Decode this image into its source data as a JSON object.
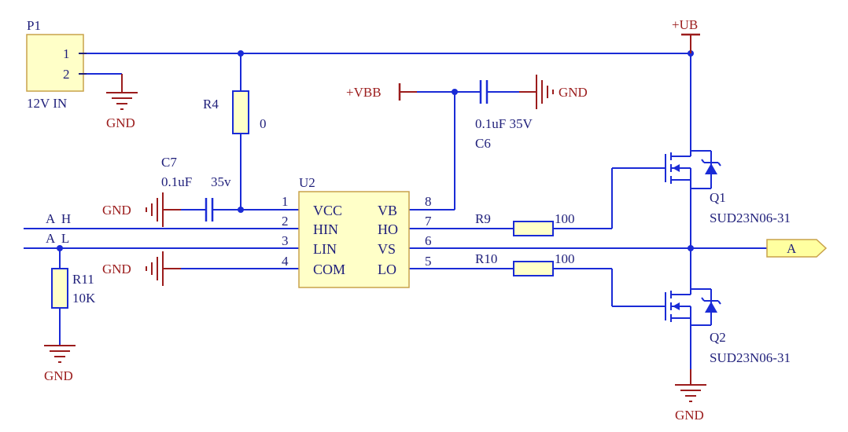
{
  "colors": {
    "wire": "#1a2bd6",
    "power": "#9b1c1c",
    "text": "#1f1f7a",
    "component_fill": "#ffffc8",
    "component_border": "#c9a24a"
  },
  "connector": {
    "ref": "P1",
    "pin1": "1",
    "pin2": "2",
    "note": "12V IN"
  },
  "power_labels": {
    "ub": "+UB",
    "vbb": "+VBB",
    "gnd": "GND"
  },
  "r4": {
    "ref": "R4",
    "value": "0"
  },
  "c7": {
    "ref": "C7",
    "value": "0.1uF",
    "voltage": "35v"
  },
  "c6": {
    "ref": "C6",
    "value": "0.1uF 35V"
  },
  "u2": {
    "ref": "U2",
    "left_pins": [
      {
        "num": "1",
        "name": "VCC"
      },
      {
        "num": "2",
        "name": "HIN"
      },
      {
        "num": "3",
        "name": "LIN"
      },
      {
        "num": "4",
        "name": "COM"
      }
    ],
    "right_pins": [
      {
        "num": "8",
        "name": "VB"
      },
      {
        "num": "7",
        "name": "HO"
      },
      {
        "num": "6",
        "name": "VS"
      },
      {
        "num": "5",
        "name": "LO"
      }
    ]
  },
  "r9": {
    "ref": "R9",
    "value": "100"
  },
  "r10": {
    "ref": "R10",
    "value": "100"
  },
  "r11": {
    "ref": "R11",
    "value": "10K"
  },
  "q1": {
    "ref": "Q1",
    "part": "SUD23N06-31"
  },
  "q2": {
    "ref": "Q2",
    "part": "SUD23N06-31"
  },
  "nets": {
    "ah": "A  H",
    "al": "A  L",
    "out": "A"
  }
}
